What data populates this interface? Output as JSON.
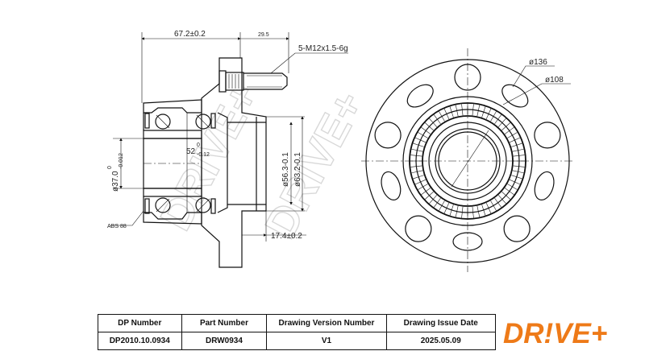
{
  "dimensions": {
    "overall_width": "67.2±0.2",
    "stud_length": "29.5",
    "stud_thread": "5-M12x1.5-6g",
    "bore_label": "ø37.0",
    "bore_tol_upper": "0",
    "bore_tol_lower": "-0.012",
    "bearing_width": "52",
    "bearing_tol_upper": "0",
    "bearing_tol_lower": "-0.12",
    "pilot_small": "ø56.3-0.1",
    "pilot_large": "ø63.2-0.1",
    "flange_offset": "17.4±0.2",
    "abs_label": "ABS 88",
    "bolt_circle": "ø136",
    "inner_circle": "ø108"
  },
  "title_block": {
    "headers": [
      "DP Number",
      "Part Number",
      "Drawing Version Number",
      "Drawing Issue Date"
    ],
    "values": [
      "DP2010.10.0934",
      "DRW0934",
      "V1",
      "2025.05.09"
    ]
  },
  "brand": {
    "logo_text": "DR!VE+",
    "watermark": "DRIVE+",
    "color": "#ee7a18"
  }
}
